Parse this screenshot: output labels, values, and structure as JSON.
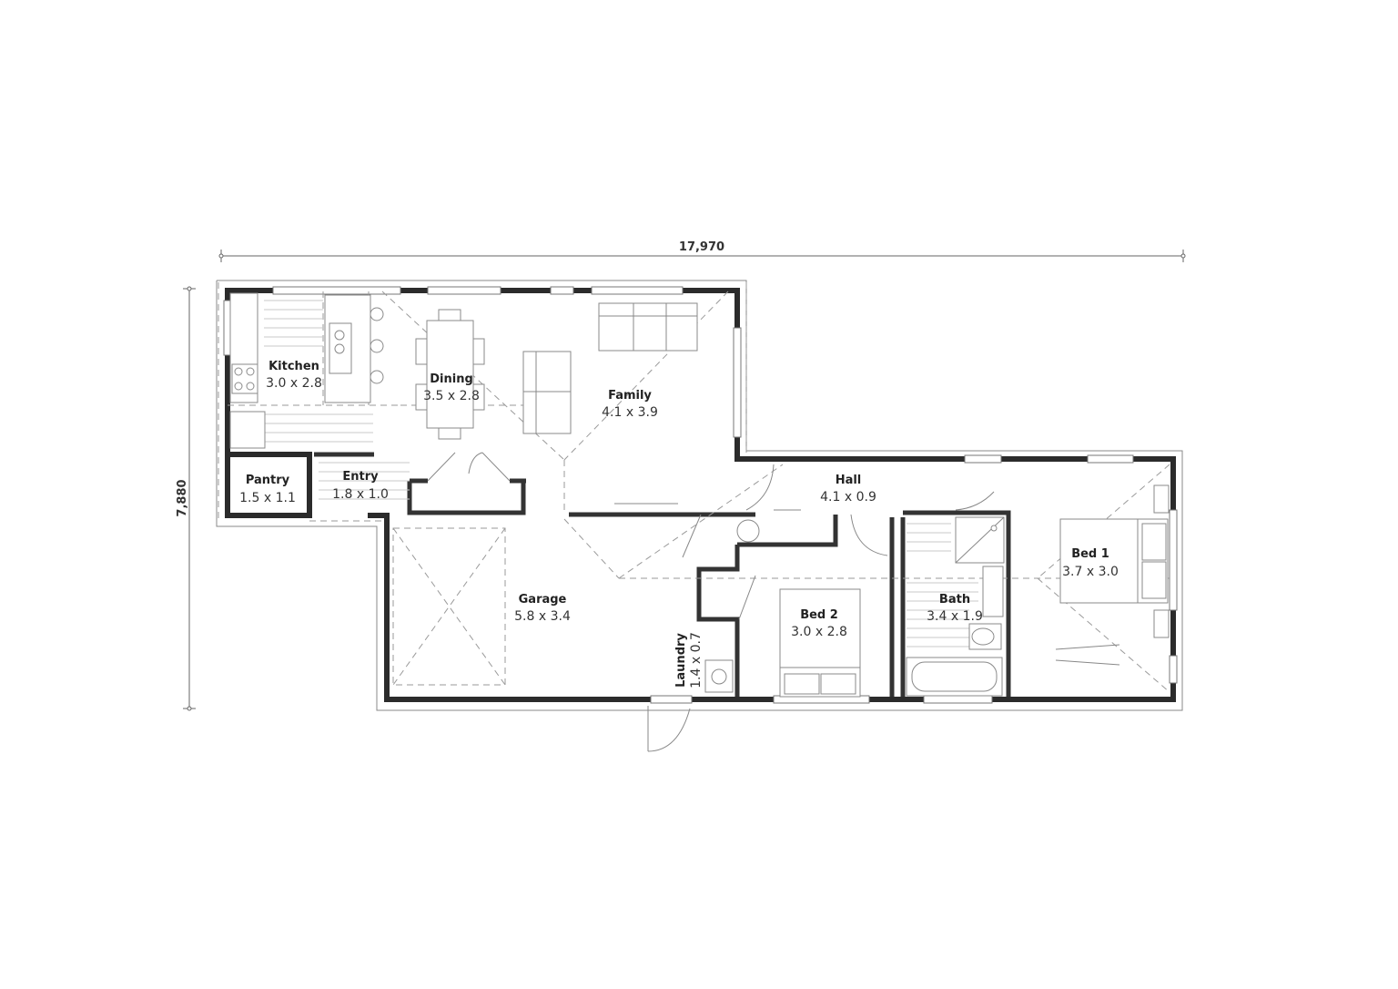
{
  "dimensions": {
    "width": "17,970",
    "height": "7,880"
  },
  "rooms": {
    "kitchen": {
      "name": "Kitchen",
      "size": "3.0 x 2.8"
    },
    "dining": {
      "name": "Dining",
      "size": "3.5 x 2.8"
    },
    "family": {
      "name": "Family",
      "size": "4.1 x 3.9"
    },
    "pantry": {
      "name": "Pantry",
      "size": "1.5 x 1.1"
    },
    "entry": {
      "name": "Entry",
      "size": "1.8 x 1.0"
    },
    "hall": {
      "name": "Hall",
      "size": "4.1 x 0.9"
    },
    "garage": {
      "name": "Garage",
      "size": "5.8 x 3.4"
    },
    "laundry": {
      "name": "Laundry",
      "size": "1.4 x 0.7"
    },
    "bed2": {
      "name": "Bed 2",
      "size": "3.0 x 2.8"
    },
    "bath": {
      "name": "Bath",
      "size": "3.4 x 1.9"
    },
    "bed1": {
      "name": "Bed 1",
      "size": "3.7 x 3.0"
    }
  },
  "colors": {
    "wall": "#2b2b2b",
    "line": "#888888",
    "dashed": "#9a9a9a",
    "background": "#ffffff"
  }
}
